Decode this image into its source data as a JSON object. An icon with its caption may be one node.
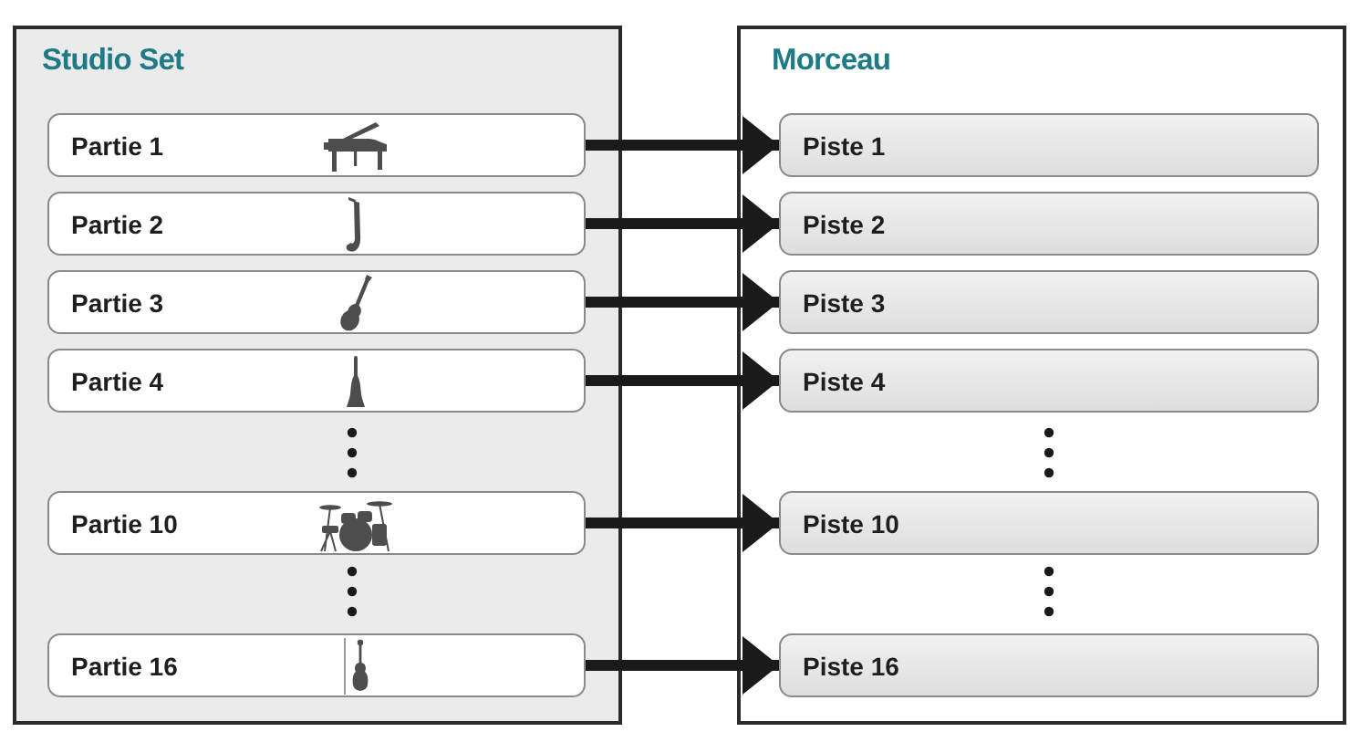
{
  "diagram": {
    "nodes": [
      {
        "text": [
          "Studio Set"
        ]
      },
      {
        "text": [
          "Partie 1"
        ],
        "in": 0
      },
      {
        "text": [
          "Partie 2"
        ],
        "in": 0
      },
      {
        "text": [
          "Partie 3"
        ],
        "in": 0
      },
      {
        "text": [
          "Partie 4"
        ],
        "in": 0
      },
      {
        "text": [
          "Partie 10"
        ],
        "in": 0
      },
      {
        "text": [
          "Partie 16"
        ],
        "in": 0
      },
      {
        "text": [
          "Morceau"
        ]
      },
      {
        "text": [
          "Piste 1"
        ],
        "in": 7
      },
      {
        "text": [
          "Piste 2"
        ],
        "in": 7
      },
      {
        "text": [
          "Piste 3"
        ],
        "in": 7
      },
      {
        "text": [
          "Piste 4"
        ],
        "in": 7
      },
      {
        "text": [
          "Piste 10"
        ],
        "in": 7
      },
      {
        "text": [
          "Piste 16"
        ],
        "in": 7
      }
    ],
    "edges": [
      {
        "from": 1,
        "to": 8,
        "arrow": "to"
      },
      {
        "from": 2,
        "to": 9,
        "arrow": "to"
      },
      {
        "from": 3,
        "to": 10,
        "arrow": "to"
      },
      {
        "from": 4,
        "to": 11,
        "arrow": "to"
      },
      {
        "from": 5,
        "to": 12,
        "arrow": "to"
      },
      {
        "from": 6,
        "to": 13,
        "arrow": "to"
      }
    ]
  }
}
